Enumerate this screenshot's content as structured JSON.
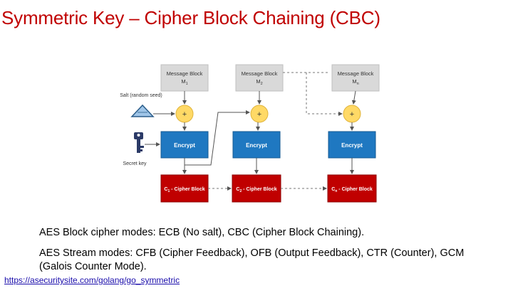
{
  "slide": {
    "title": "Symmetric Key – Cipher Block Chaining (CBC)",
    "bullets": [
      "AES Block cipher modes: ECB (No salt), CBC (Cipher Block Chaining).",
      "AES Stream modes: CFB (Cipher Feedback), OFB (Output Feedback), CTR (Counter), GCM (Galois Counter Mode)."
    ],
    "link": "https://asecuritysite.com/golang/go_symmetric"
  },
  "diagram": {
    "salt_label": "Salt (random seed)",
    "key_label": "Secret key",
    "xor_symbol": "+",
    "columns": [
      {
        "message_title": "Message Block",
        "message_sub": "M",
        "message_index": "1",
        "encrypt_label": "Encrypt",
        "cipher_prefix": "C",
        "cipher_index": "1",
        "cipher_suffix": " - Cipher Block"
      },
      {
        "message_title": "Message Block",
        "message_sub": "M",
        "message_index": "2",
        "encrypt_label": "Encrypt",
        "cipher_prefix": "C",
        "cipher_index": "2",
        "cipher_suffix": " - Cipher Block"
      },
      {
        "message_title": "Message Block",
        "message_sub": "M",
        "message_index": "n",
        "encrypt_label": "Encrypt",
        "cipher_prefix": "C",
        "cipher_index": "n",
        "cipher_suffix": " - Cipher Block"
      }
    ],
    "colors": {
      "message_fill": "#d9d9d9",
      "encrypt_fill": "#1f78c1",
      "cipher_fill": "#c00000",
      "xor_fill": "#ffd966",
      "salt_fill": "#9fc5e8",
      "key_fill": "#2b3a67",
      "title_color": "#c00000",
      "link_color": "#1a0dab"
    }
  }
}
